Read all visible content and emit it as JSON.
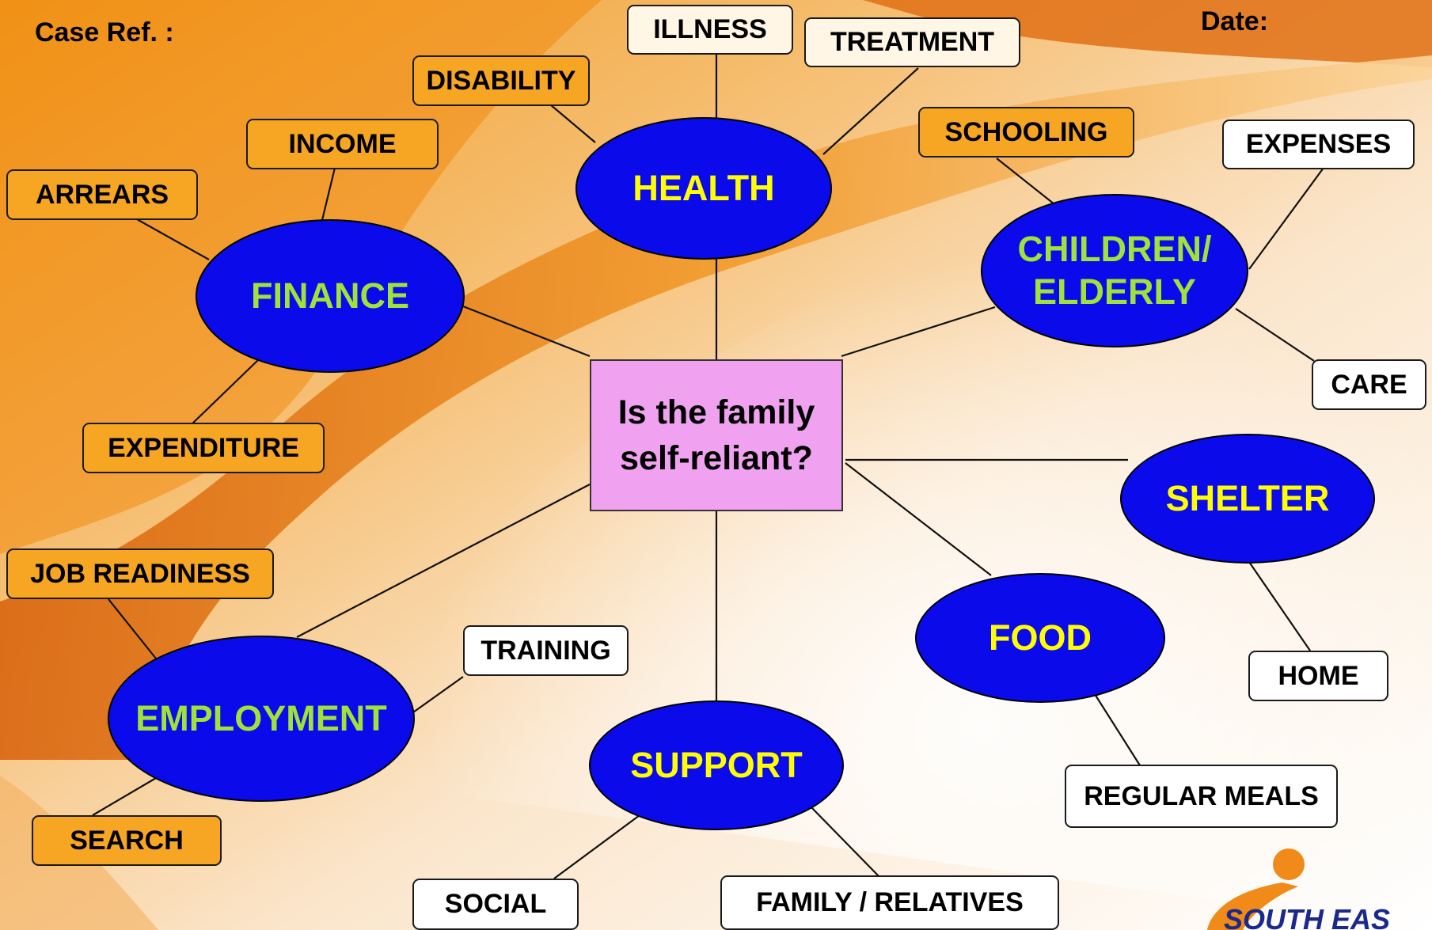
{
  "header": {
    "case_ref": "Case Ref. :",
    "date": "Date:"
  },
  "colors": {
    "ellipse_fill": "#0a0aeb",
    "text_yellow": "#ffff00",
    "text_green": "#9ee23a",
    "center_fill": "#f0a2f0",
    "box_orange": "#f6a623"
  },
  "center": {
    "line1": "Is the family",
    "line2": "self-reliant?"
  },
  "domains": {
    "health": {
      "label": "HEALTH"
    },
    "finance": {
      "label": "FINANCE"
    },
    "children": {
      "line1": "CHILDREN/",
      "line2": "ELDERLY"
    },
    "shelter": {
      "label": "SHELTER"
    },
    "food": {
      "label": "FOOD"
    },
    "support": {
      "label": "SUPPORT"
    },
    "employment": {
      "label": "EMPLOYMENT"
    }
  },
  "factors": {
    "illness": "ILLNESS",
    "treatment": "TREATMENT",
    "disability": "DISABILITY",
    "income": "INCOME",
    "arrears": "ARREARS",
    "expenditure": "EXPENDITURE",
    "schooling": "SCHOOLING",
    "expenses": "EXPENSES",
    "care": "CARE",
    "home": "HOME",
    "regular_meals": "REGULAR MEALS",
    "family_relatives": "FAMILY / RELATIVES",
    "social": "SOCIAL",
    "training": "TRAINING",
    "job_readiness": "JOB READINESS",
    "search": "SEARCH"
  },
  "logo": {
    "text": "SOUTH EAS"
  }
}
